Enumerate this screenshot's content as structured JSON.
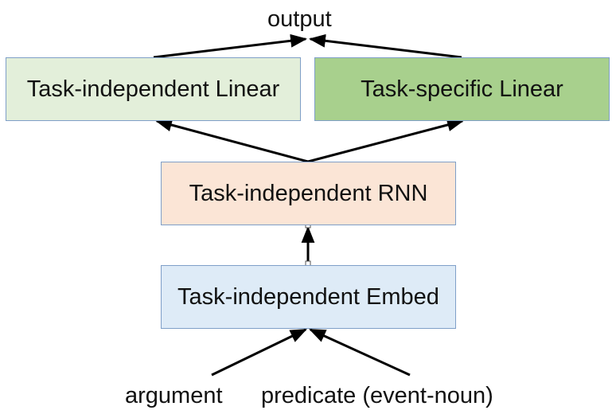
{
  "output_label": "output",
  "boxes": {
    "linear_indep": {
      "label": "Task-independent Linear",
      "fill": "#e3efda"
    },
    "linear_spec": {
      "label": "Task-specific Linear",
      "fill": "#a8d08d"
    },
    "rnn": {
      "label": "Task-independent RNN",
      "fill": "#fbe5d6"
    },
    "embed": {
      "label": "Task-independent Embed",
      "fill": "#deebf7"
    }
  },
  "inputs": {
    "argument": "argument",
    "predicate": "predicate (event-noun)"
  },
  "colors": {
    "border": "#7f9fc8",
    "arrow": "#000000"
  }
}
